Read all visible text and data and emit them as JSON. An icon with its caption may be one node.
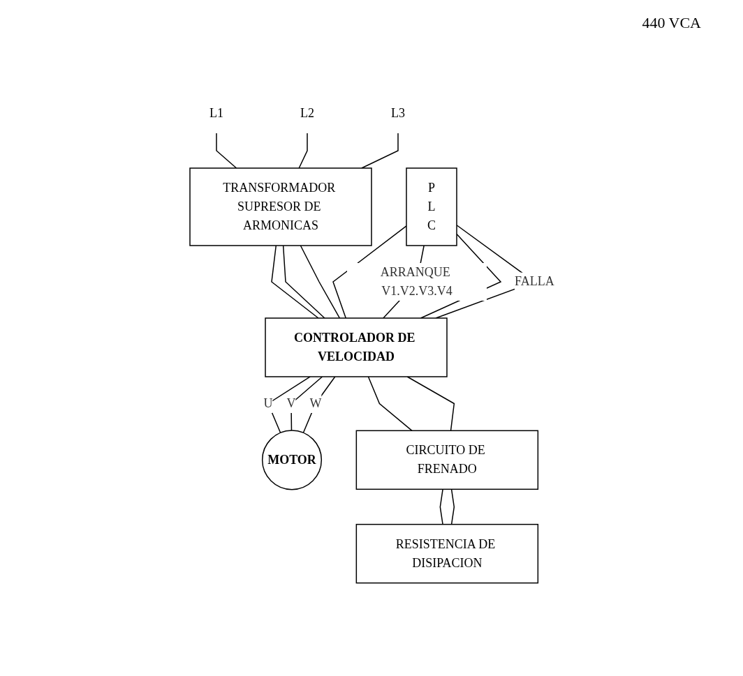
{
  "diagram": {
    "nodes": [
      {
        "text": [
          "L1"
        ]
      },
      {
        "text": [
          "L2"
        ]
      },
      {
        "text": [
          "L3"
        ]
      },
      {
        "text": [
          "TRANSFORMADOR SUPRESOR DE ARMONICAS"
        ]
      },
      {
        "text": [
          "P",
          "L",
          "C"
        ]
      },
      {
        "text": [
          "CONTROLADOR DE VELOCIDAD"
        ]
      },
      {
        "text": [
          "MOTOR"
        ]
      },
      {
        "text": [
          "CIRCUITO DE FRENADO"
        ]
      },
      {
        "text": [
          "RESISTENCIA DE DISIPACION"
        ]
      }
    ],
    "edges": [
      {
        "from": 0,
        "to": 3,
        "arrow": "none"
      },
      {
        "from": 1,
        "to": 3,
        "arrow": "none"
      },
      {
        "from": 2,
        "to": 3,
        "arrow": "none"
      },
      {
        "from": 3,
        "to": 5,
        "arrow": "none"
      },
      {
        "from": 3,
        "to": 5,
        "arrow": "none"
      },
      {
        "from": 3,
        "to": 5,
        "arrow": "none"
      },
      {
        "from": 4,
        "to": 5,
        "arrow": "none"
      },
      {
        "from": 4,
        "to": 5,
        "label": "ARRANQUE V1.V2.V3.V4",
        "arrow": "none"
      },
      {
        "from": 4,
        "to": 5,
        "arrow": "none"
      },
      {
        "from": 4,
        "to": 5,
        "label": "FALLA",
        "arrow": "none"
      },
      {
        "from": 5,
        "to": 6,
        "label": "U",
        "arrow": "none"
      },
      {
        "from": 5,
        "to": 6,
        "label": "V",
        "arrow": "none"
      },
      {
        "from": 5,
        "to": 6,
        "label": "W",
        "arrow": "none"
      },
      {
        "from": 5,
        "to": 7,
        "arrow": "none"
      },
      {
        "from": 5,
        "to": 7,
        "arrow": "none"
      },
      {
        "from": 7,
        "to": 8,
        "arrow": "none"
      },
      {
        "from": 7,
        "to": 8,
        "arrow": "none"
      }
    ],
    "labels": [
      "440 VCA"
    ]
  }
}
